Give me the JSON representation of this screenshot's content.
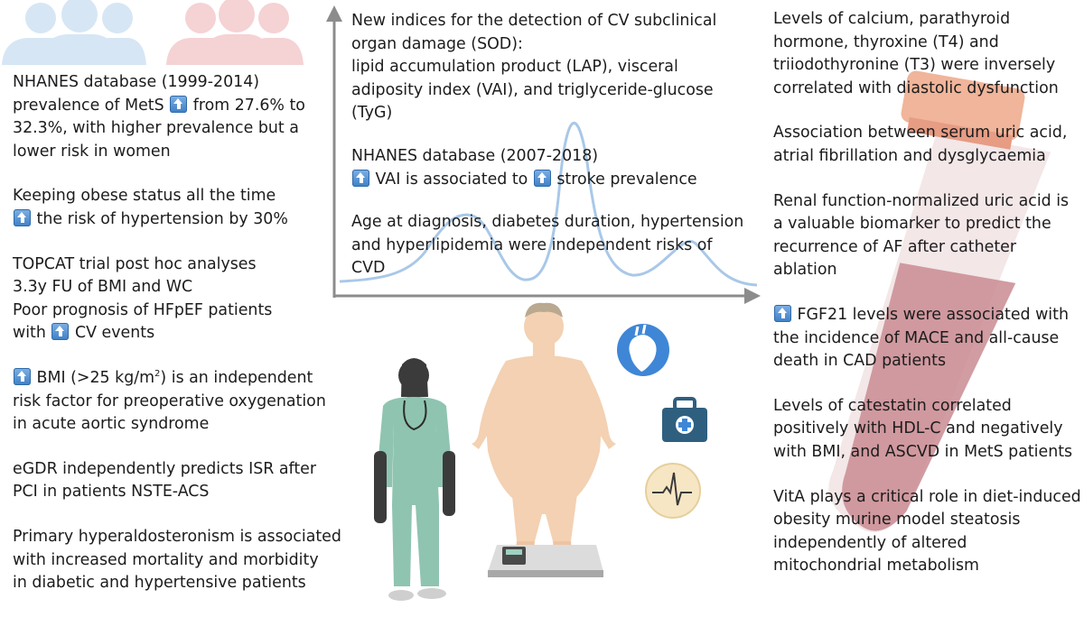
{
  "left": [
    {
      "lines": [
        "NHANES database (1999-2014)",
        "prevalence of MetS {up} from 27.6% to",
        "32.3%, with higher prevalence but a",
        "lower risk in women"
      ]
    },
    {
      "lines": [
        "Keeping obese status all the time",
        "{up}  the risk of hypertension by 30%"
      ]
    },
    {
      "lines": [
        "TOPCAT trial post hoc analyses",
        "3.3y FU of BMI and WC",
        "Poor prognosis of HFpEF patients",
        "with {up} CV events"
      ]
    },
    {
      "lines": [
        "{up} BMI (>25 kg/m{sup2}) is an independent",
        "risk factor for preoperative oxygenation",
        "in acute aortic syndrome"
      ]
    },
    {
      "lines": [
        "eGDR independently predicts ISR after",
        "PCI in patients NSTE-ACS"
      ]
    },
    {
      "lines": [
        "Primary hyperaldosteronism is associated",
        "with increased mortality and morbidity",
        "in diabetic and hypertensive patients"
      ]
    }
  ],
  "middle": [
    {
      "lines": [
        "New indices for the detection of CV subclinical",
        "organ damage (SOD):",
        "lipid accumulation product (LAP), visceral",
        "adiposity index (VAI), and triglyceride-glucose",
        "(TyG)"
      ]
    },
    {
      "lines": [
        "NHANES database (2007-2018)",
        "{up} VAI is associated to {up} stroke prevalence"
      ]
    },
    {
      "lines": [
        "Age at diagnosis, diabetes duration, hypertension",
        "and hyperlipidemia were independent risks of",
        "CVD"
      ]
    }
  ],
  "right": [
    {
      "lines": [
        "Levels of calcium, parathyroid",
        "hormone, thyroxine (T4) and",
        "triiodothyronine (T3) were inversely",
        "correlated with diastolic dysfunction"
      ]
    },
    {
      "lines": [
        "Association between serum uric acid,",
        "atrial fibrillation and dysglycaemia"
      ]
    },
    {
      "lines": [
        "Renal function-normalized uric acid is",
        "a valuable biomarker to predict the",
        "recurrence of AF after catheter",
        "ablation"
      ]
    },
    {
      "lines": [
        "{up} FGF21 levels were associated with",
        "the incidence of MACE and all-cause",
        "death in CAD patients"
      ]
    },
    {
      "lines": [
        "Levels of catestatin correlated",
        "positively with HDL-C and negatively",
        "with BMI, and ASCVD in MetS patients"
      ]
    },
    {
      "lines": [
        "VitA plays a critical role in diet-induced",
        "obesity murine model steatosis",
        "independently of altered",
        "mitochondrial metabolism"
      ]
    }
  ],
  "icons": [
    "people-male-icon",
    "people-female-icon",
    "heart-icon",
    "medical-kit-icon",
    "ecg-icon",
    "nurse-figure",
    "obese-patient-figure",
    "weighing-scale-icon",
    "blood-tube-icon"
  ],
  "colors": {
    "arrow_up": "#3d7fc6",
    "curve": "#a9c8e8",
    "axis": "#8c8c8c",
    "tube_blood": "#c98b92",
    "tube_cap": "#f0b59a",
    "heart_badge": "#3f86d6",
    "kit": "#2f5f7f",
    "ecg_badge": "#f7e6c4"
  }
}
